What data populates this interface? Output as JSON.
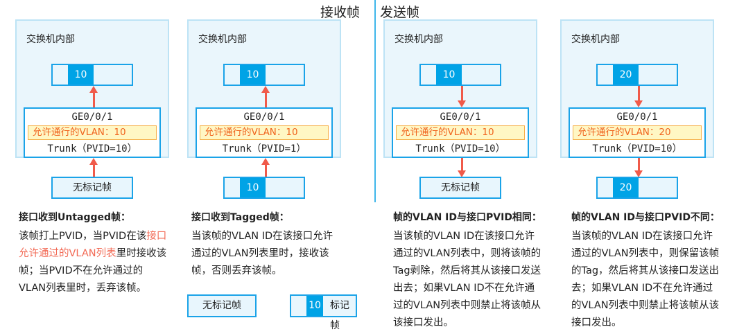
{
  "titles": {
    "receive": "接收帧",
    "send": "发送帧"
  },
  "panels": [
    {
      "label": "交换机内部",
      "top_tag": "10",
      "port": "GE0/0/1",
      "allowed": "允许通行的VLAN：10",
      "trunk": "Trunk（PVID=10）",
      "bottom": "无标记帧",
      "bottom_tagged": false,
      "direction": "up"
    },
    {
      "label": "交换机内部",
      "top_tag": "10",
      "port": "GE0/0/1",
      "allowed": "允许通行的VLAN：10",
      "trunk": "Trunk（PVID=1）",
      "bottom": "10",
      "bottom_tagged": true,
      "direction": "up"
    },
    {
      "label": "交换机内部",
      "top_tag": "10",
      "port": "GE0/0/1",
      "allowed": "允许通行的VLAN：10",
      "trunk": "Trunk（PVID=10）",
      "bottom": "无标记帧",
      "bottom_tagged": false,
      "direction": "down"
    },
    {
      "label": "交换机内部",
      "top_tag": "20",
      "port": "GE0/0/1",
      "allowed": "允许通行的VLAN：20",
      "trunk": "Trunk（PVID=10）",
      "bottom": "20",
      "bottom_tagged": true,
      "direction": "down"
    }
  ],
  "descriptions": [
    {
      "heading": "接口收到Untagged帧：",
      "text_a": "该帧打上PVID，当PVID在该",
      "text_hl": "接口允许通过的VLAN列表",
      "text_b": "里时接收该帧；当PVID不在允许通过的VLAN列表里时，丢弃该帧。"
    },
    {
      "heading": "接口收到Tagged帧：",
      "text_a": "当该帧的VLAN ID在该接口允许通过的VLAN列表里时，接收该帧，否则丢弃该帧。",
      "text_hl": "",
      "text_b": ""
    },
    {
      "heading": "帧的VLAN ID与接口PVID相同：",
      "text_a": "当该帧的VLAN ID在该接口允许通过的VLAN列表中，则将该帧的Tag剥除，然后将其从该接口发送出去；如果VLAN ID不在允许通过的VLAN列表中则禁止将该帧从该接口发出。",
      "text_hl": "",
      "text_b": ""
    },
    {
      "heading": "帧的VLAN ID与接口PVID不同：",
      "text_a": "当该帧的VLAN ID在该接口允许通过的VLAN列表中，则保留该帧的Tag，然后将其从该接口发送出去；如果VLAN ID不在允许通过的VLAN列表中则禁止将该帧从该接口发出。",
      "text_hl": "",
      "text_b": ""
    }
  ],
  "legend": {
    "untagged": "无标记帧",
    "tag_value": "10",
    "tagged": "标记帧"
  }
}
